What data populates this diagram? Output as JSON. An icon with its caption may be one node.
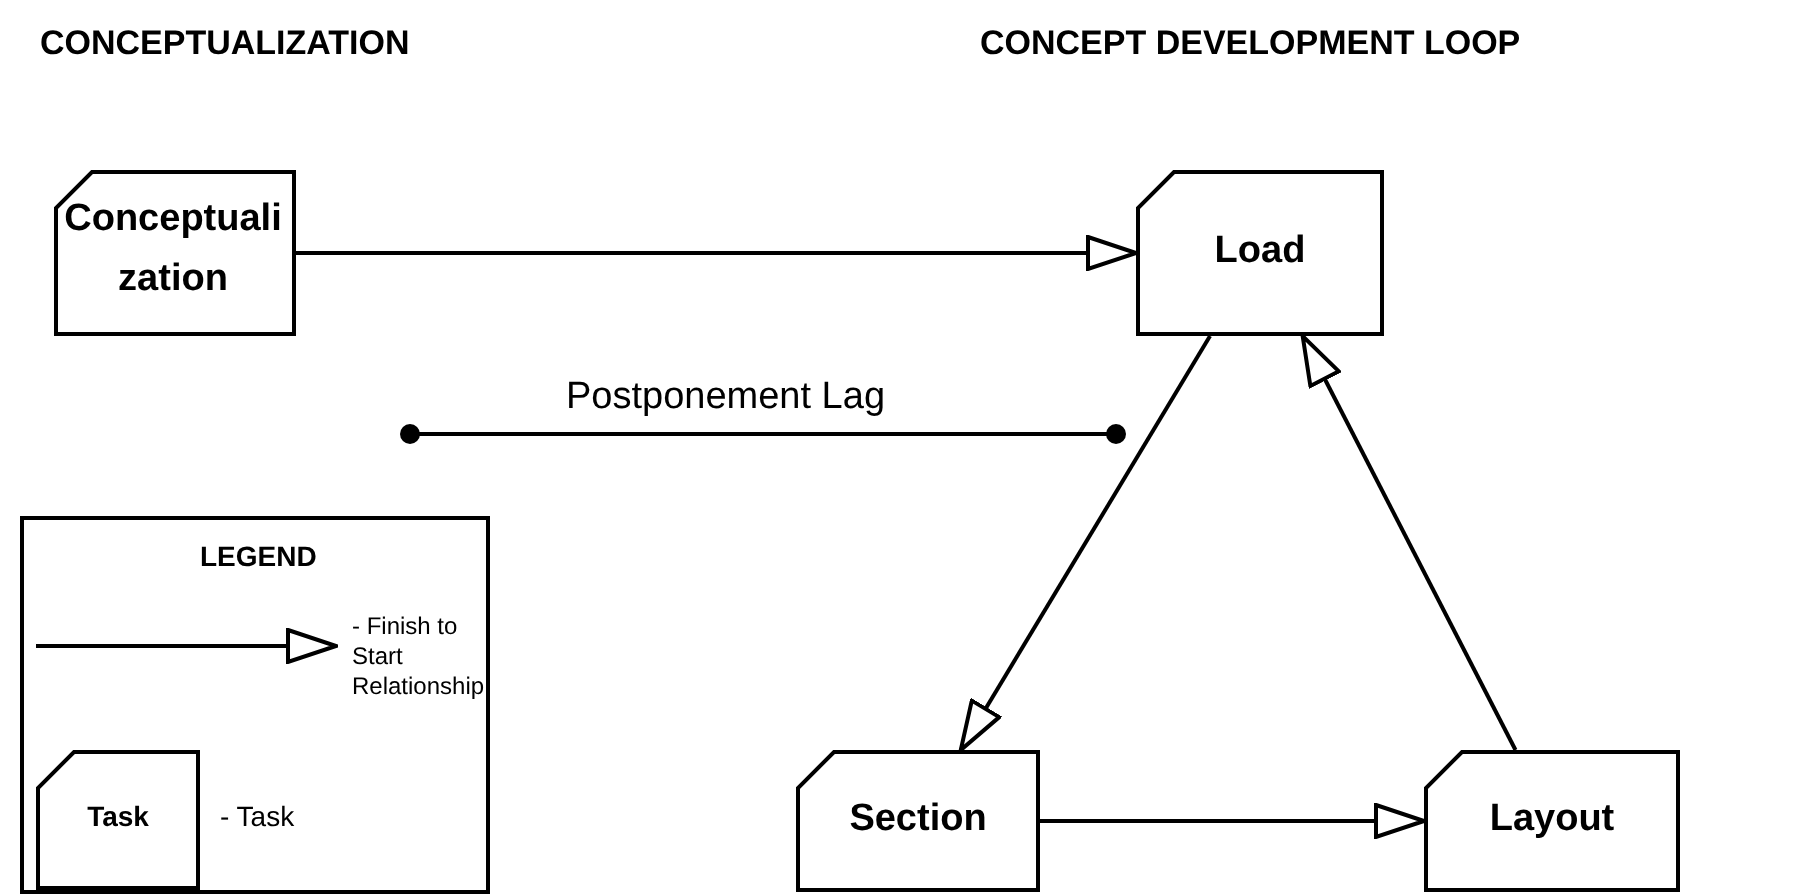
{
  "diagram": {
    "nodes": [
      {
        "text": [
          "Conceptualization"
        ]
      },
      {
        "text": [
          "Load"
        ]
      },
      {
        "text": [
          "Section"
        ]
      },
      {
        "text": [
          "Layout"
        ]
      }
    ],
    "edges": [
      {
        "from": 0,
        "to": 1,
        "arrow": "to"
      },
      {
        "from": 1,
        "to": 2,
        "arrow": "to"
      },
      {
        "from": 2,
        "to": 3,
        "arrow": "to"
      },
      {
        "from": 3,
        "to": 1,
        "arrow": "to"
      }
    ],
    "labels": [
      "CONCEPTUALIZATION",
      "CONCEPT DEVELOPMENT LOOP",
      "Postponement Lag",
      "LEGEND",
      "Task"
    ],
    "legend": [
      {
        "text": "- Finish to Start Relationship"
      },
      {
        "text": "- Task"
      }
    ]
  }
}
